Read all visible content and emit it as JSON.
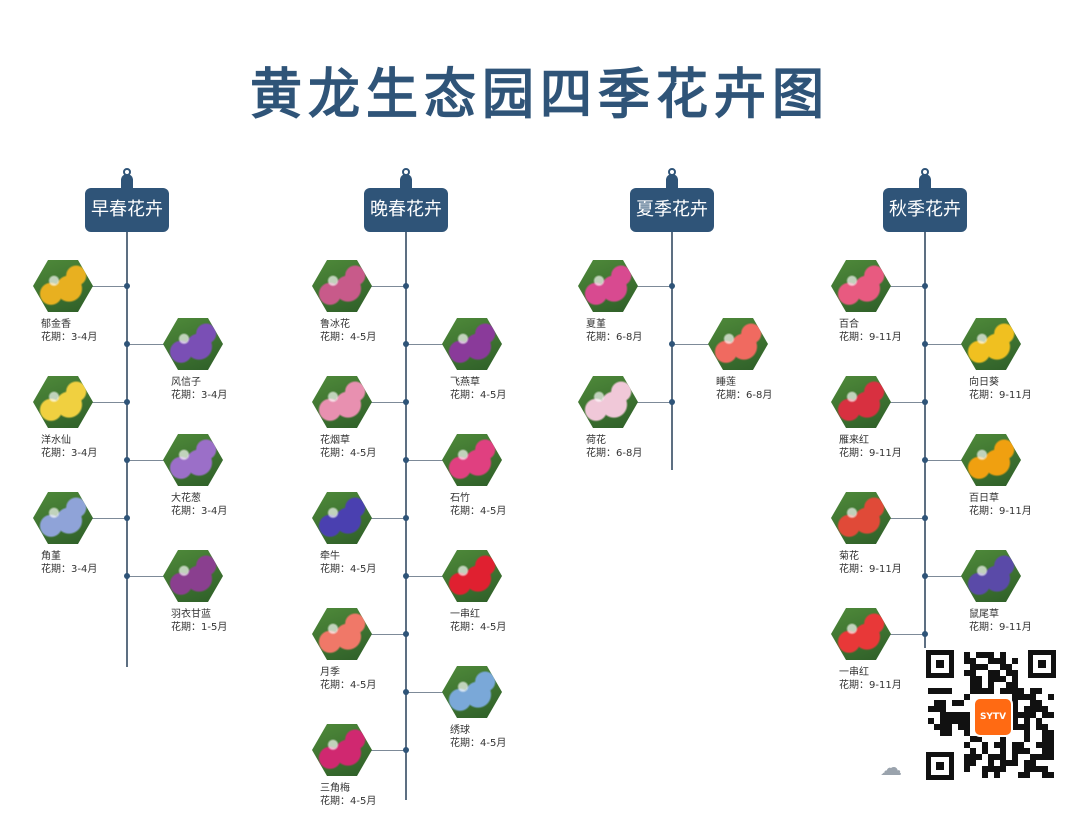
{
  "title": "黄龙生态园四季花卉图",
  "qr_badge": "SYTV",
  "columns": [
    {
      "header": "早春花卉",
      "flowers": [
        {
          "name": "郁金香",
          "period": "花期：3-4月",
          "color": "#e8b020"
        },
        {
          "name": "风信子",
          "period": "花期：3-4月",
          "color": "#7a4fb5"
        },
        {
          "name": "洋水仙",
          "period": "花期：3-4月",
          "color": "#f0d040"
        },
        {
          "name": "大花葱",
          "period": "花期：3-4月",
          "color": "#9b6fc8"
        },
        {
          "name": "角堇",
          "period": "花期：3-4月",
          "color": "#8fa3d8"
        },
        {
          "name": "羽衣甘蓝",
          "period": "花期：1-5月",
          "color": "#8a3f8f"
        }
      ]
    },
    {
      "header": "晚春花卉",
      "flowers": [
        {
          "name": "鲁冰花",
          "period": "花期：4-5月",
          "color": "#c85a8a"
        },
        {
          "name": "飞燕草",
          "period": "花期：4-5月",
          "color": "#8a3a9a"
        },
        {
          "name": "花烟草",
          "period": "花期：4-5月",
          "color": "#e890b0"
        },
        {
          "name": "石竹",
          "period": "花期：4-5月",
          "color": "#e04080"
        },
        {
          "name": "牵牛",
          "period": "花期：4-5月",
          "color": "#4a40b0"
        },
        {
          "name": "一串红",
          "period": "花期：4-5月",
          "color": "#e02030"
        },
        {
          "name": "月季",
          "period": "花期：4-5月",
          "color": "#f07868"
        },
        {
          "name": "绣球",
          "period": "花期：4-5月",
          "color": "#7aa8d8"
        },
        {
          "name": "三角梅",
          "period": "花期：4-5月",
          "color": "#d02870"
        }
      ]
    },
    {
      "header": "夏季花卉",
      "flowers": [
        {
          "name": "夏堇",
          "period": "花期：6-8月",
          "color": "#d84a90"
        },
        {
          "name": "睡莲",
          "period": "花期：6-8月",
          "color": "#f06a60"
        },
        {
          "name": "荷花",
          "period": "花期：6-8月",
          "color": "#f0c8d8"
        }
      ]
    },
    {
      "header": "秋季花卉",
      "flowers": [
        {
          "name": "百合",
          "period": "花期：9-11月",
          "color": "#e85a80"
        },
        {
          "name": "向日葵",
          "period": "花期：9-11月",
          "color": "#f0c020"
        },
        {
          "name": "雁来红",
          "period": "花期：9-11月",
          "color": "#d83040"
        },
        {
          "name": "百日草",
          "period": "花期：9-11月",
          "color": "#f0a010"
        },
        {
          "name": "菊花",
          "period": "花期：9-11月",
          "color": "#e04a38"
        },
        {
          "name": "鼠尾草",
          "period": "花期：9-11月",
          "color": "#5a4aa8"
        },
        {
          "name": "一串红",
          "period": "花期：9-11月",
          "color": "#e83838"
        }
      ]
    }
  ]
}
